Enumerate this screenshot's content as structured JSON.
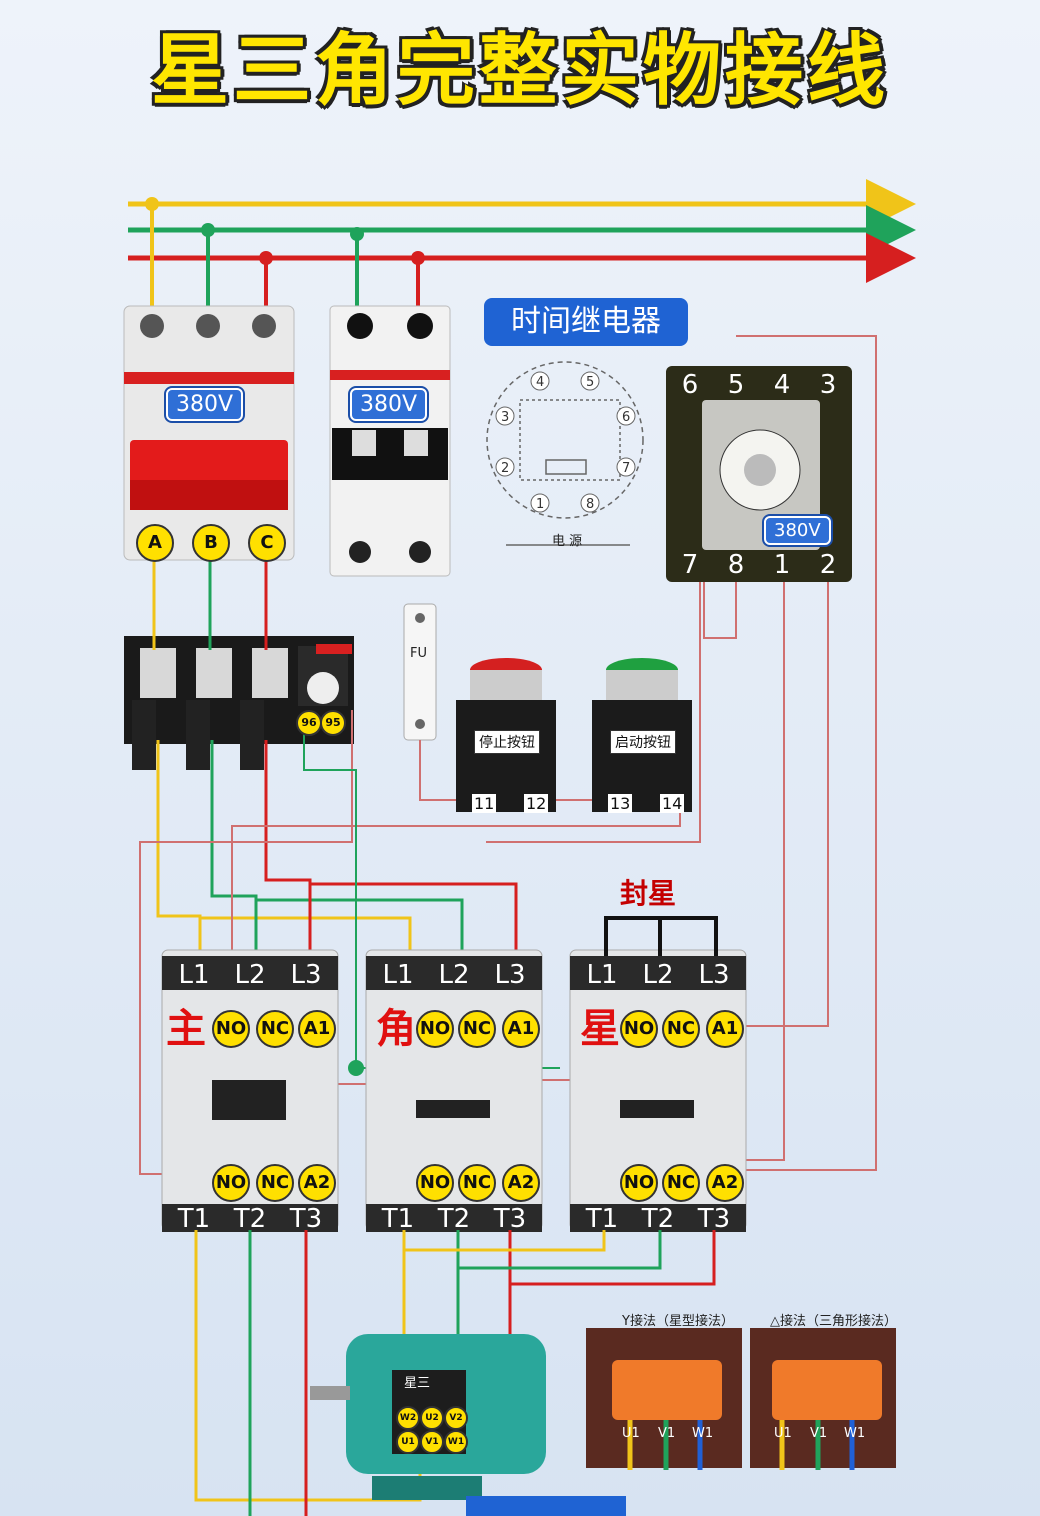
{
  "title": "星三角完整实物接线",
  "breaker3p": {
    "label": "380V",
    "phases": [
      "A",
      "B",
      "C"
    ]
  },
  "breaker2p": {
    "label": "380V"
  },
  "fuse_label": "FU",
  "relay": {
    "tag": "时间继电器",
    "voltage": "380V",
    "top_terminals": [
      "6",
      "5",
      "4",
      "3"
    ],
    "bottom_terminals": [
      "7",
      "8",
      "1",
      "2"
    ],
    "diagram_supply": "电 源"
  },
  "overload": {
    "terminals": [
      "96",
      "95"
    ]
  },
  "stop_button": {
    "label": "停止按钮",
    "terminals": [
      "11",
      "12"
    ]
  },
  "start_button": {
    "label": "启动按钮",
    "terminals": [
      "13",
      "14"
    ]
  },
  "seal_label": "封星",
  "contactors": [
    {
      "name": "主",
      "top": [
        "L1",
        "L2",
        "L3"
      ],
      "aux_top": [
        "NO",
        "NC",
        "A1"
      ],
      "aux_bottom": [
        "NO",
        "NC",
        "A2"
      ],
      "bottom": [
        "T1",
        "T2",
        "T3"
      ]
    },
    {
      "name": "角",
      "top": [
        "L1",
        "L2",
        "L3"
      ],
      "aux_top": [
        "NO",
        "NC",
        "A1"
      ],
      "aux_bottom": [
        "NO",
        "NC",
        "A2"
      ],
      "bottom": [
        "T1",
        "T2",
        "T3"
      ]
    },
    {
      "name": "星",
      "top": [
        "L1",
        "L2",
        "L3"
      ],
      "aux_top": [
        "NO",
        "NC",
        "A1"
      ],
      "aux_bottom": [
        "NO",
        "NC",
        "A2"
      ],
      "bottom": [
        "T1",
        "T2",
        "T3"
      ]
    }
  ],
  "motor_box": {
    "label": "星三",
    "terminals_top": [
      "W2",
      "U2",
      "V2"
    ],
    "terminals_bottom": [
      "U1",
      "V1",
      "W1"
    ]
  },
  "panel_y_caption": "Y接法（星型接法）",
  "panel_d_caption": "△接法（三角形接法）",
  "panel_terminals": [
    "U1",
    "V1",
    "W1"
  ],
  "colors": {
    "yellow": "#f0c419",
    "green": "#1fa35b",
    "red": "#d61f1f",
    "thin_red": "#d07070"
  }
}
